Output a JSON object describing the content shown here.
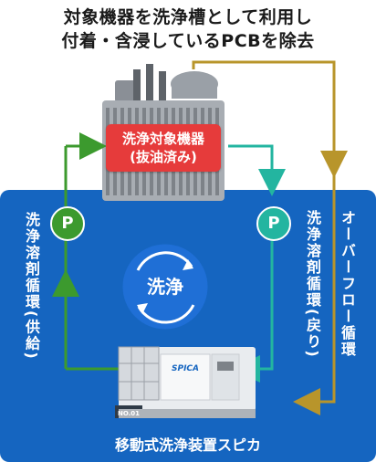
{
  "title": {
    "line1": "対象機器を洗浄槽として利用し",
    "line2": "付着・含浸しているPCBを除去"
  },
  "equipment": {
    "label_line1": "洗浄対象機器",
    "label_line2": "(抜油済み)"
  },
  "wash_cycle": {
    "label": "洗浄"
  },
  "pumps": {
    "left": "P",
    "right": "P"
  },
  "flows": {
    "supply": "洗浄溶剤循環(供給)",
    "return": "洗浄溶剤循環(戻り)",
    "overflow": "オーバーフロー循環"
  },
  "spica": {
    "label": "移動式洗浄装置スピカ",
    "unit_badge": "NO.01",
    "brand": "SPICA"
  },
  "colors": {
    "panel": "#1565c0",
    "supply_line": "#3c9a2e",
    "return_line": "#23b5a0",
    "overflow_line": "#b8952b",
    "equipment_box": "#e63b3b"
  }
}
